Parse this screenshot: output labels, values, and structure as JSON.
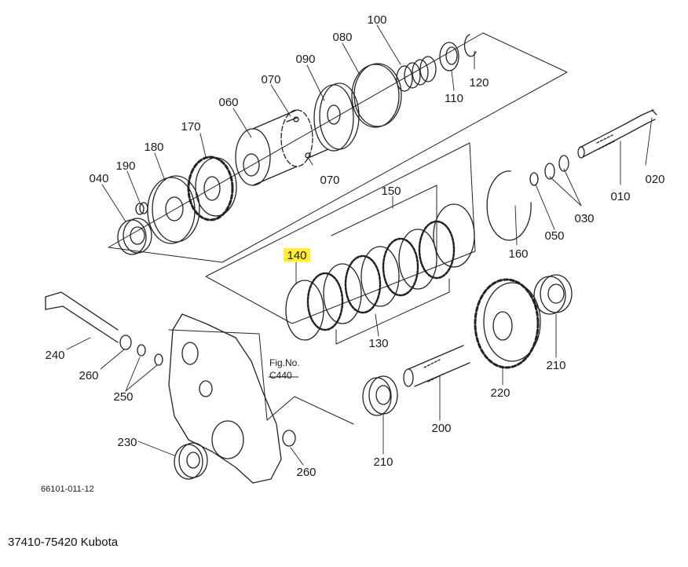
{
  "callouts": [
    "100",
    "080",
    "090",
    "070",
    "060",
    "170",
    "180",
    "190",
    "040",
    "120",
    "110",
    "070",
    "020",
    "010",
    "030",
    "050",
    "160",
    "150",
    "140",
    "130",
    "240",
    "260",
    "250",
    "Fig.No.",
    "C440",
    "210",
    "220",
    "200",
    "210",
    "230",
    "260"
  ],
  "highlighted_callout": "140",
  "highlight_color": "#ffee33",
  "drawing_id": "66101-011-12",
  "caption": "37410-75420 Kubota"
}
